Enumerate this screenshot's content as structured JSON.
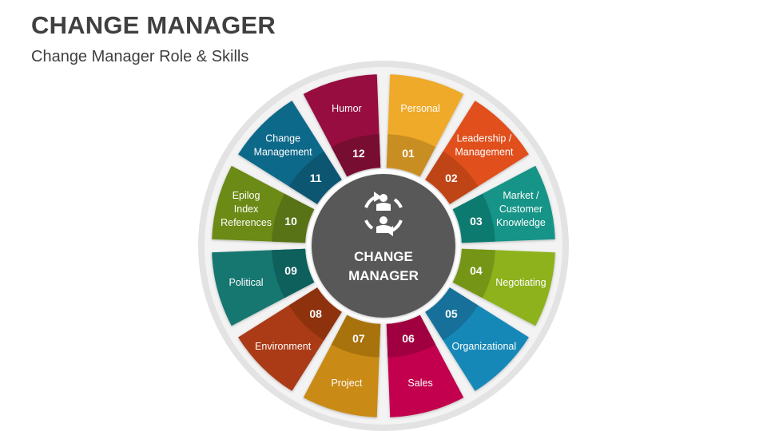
{
  "header": {
    "title": "CHANGE MANAGER",
    "subtitle": "Change Manager Role & Skills"
  },
  "center": {
    "line1": "CHANGE",
    "line2": "MANAGER",
    "icon": "people-cycle-icon",
    "color": "#595959"
  },
  "segments": [
    {
      "num": "01",
      "lines": [
        "Personal"
      ],
      "color": "#EFAA2A",
      "dark": "#C98E22"
    },
    {
      "num": "02",
      "lines": [
        "Leadership /",
        "Management"
      ],
      "color": "#E0501E",
      "dark": "#BF4419"
    },
    {
      "num": "03",
      "lines": [
        "Market /",
        "Customer",
        "Knowledge"
      ],
      "color": "#149487",
      "dark": "#107A70"
    },
    {
      "num": "04",
      "lines": [
        "Negotiating"
      ],
      "color": "#8DB21D",
      "dark": "#759516"
    },
    {
      "num": "05",
      "lines": [
        "Organizational"
      ],
      "color": "#1788B8",
      "dark": "#127099"
    },
    {
      "num": "06",
      "lines": [
        "Sales"
      ],
      "color": "#C2044E",
      "dark": "#A00340"
    },
    {
      "num": "07",
      "lines": [
        "Project"
      ],
      "color": "#C98A13",
      "dark": "#A8730F"
    },
    {
      "num": "08",
      "lines": [
        "Environment"
      ],
      "color": "#AA3A14",
      "dark": "#8E3010"
    },
    {
      "num": "09",
      "lines": [
        "Political"
      ],
      "color": "#137670",
      "dark": "#0F615C"
    },
    {
      "num": "10",
      "lines": [
        "Epilog",
        "Index",
        "References"
      ],
      "color": "#6C8A16",
      "dark": "#587212"
    },
    {
      "num": "11",
      "lines": [
        "Change",
        "Management"
      ],
      "color": "#10698A",
      "dark": "#0D5772"
    },
    {
      "num": "12",
      "lines": [
        "Humor"
      ],
      "color": "#970E3F",
      "dark": "#780A32"
    }
  ],
  "ring": {
    "outer": "#E6E6E6",
    "inner": "#F2F2F2"
  }
}
